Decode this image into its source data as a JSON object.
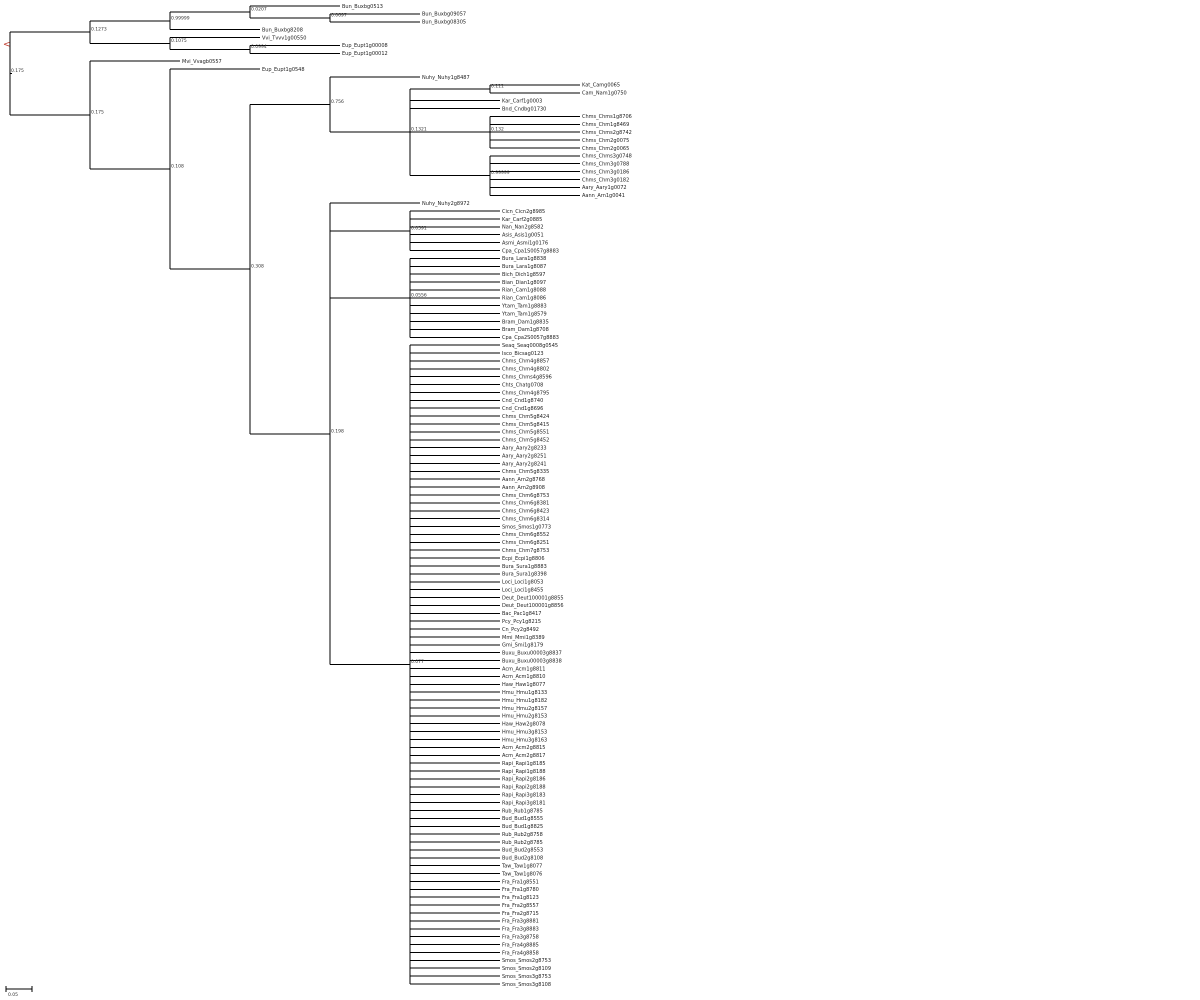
{
  "root_marker": "<",
  "scale_bar": {
    "label": "0.05"
  },
  "colors": {
    "branch": "#000000",
    "root_marker": "#c0392b"
  },
  "tree": {
    "support": "0.175",
    "children": [
      {
        "support": "0.1273",
        "children": [
          {
            "support": "0.99999",
            "children": [
              {
                "support": "0.0207",
                "children": [
                  {
                    "name": "Bun_Buxbg0513"
                  },
                  {
                    "support": "0.0697",
                    "children": [
                      {
                        "name": "Bun_Buxbg09057"
                      },
                      {
                        "name": "Bun_Buxbg08305"
                      }
                    ]
                  }
                ]
              },
              {
                "name": "Bun_Buxbg8208"
              }
            ]
          },
          {
            "support": "0.1075",
            "children": [
              {
                "name": "Vvi_Tvvv1g00550"
              },
              {
                "support": "0.0994",
                "children": [
                  {
                    "name": "Eup_Eupt1g00008"
                  },
                  {
                    "name": "Eup_Eupt1g00012"
                  }
                ]
              }
            ]
          }
        ]
      },
      {
        "support": "0.175",
        "children": [
          {
            "name": "Mvi_Vvagb0557"
          },
          {
            "support": "0.108",
            "children": [
              {
                "name": "Eup_Eupt1g0548"
              },
              {
                "support": "0.308",
                "children": [
                  {
                    "support": "0.756",
                    "children": [
                      {
                        "name": "Nuhy_Nuhy1g8487"
                      },
                      {
                        "support": "0.1321",
                        "children": [
                          {
                            "support": "0.111",
                            "children": [
                              {
                                "name": "Kat_Camg0065"
                              },
                              {
                                "name": "Cam_Nam1g0750"
                              }
                            ]
                          },
                          {
                            "name": "Kar_Carf1g0003"
                          },
                          {
                            "name": "Bnd_Cndbg01730"
                          },
                          {
                            "support": "0.132",
                            "children": [
                              {
                                "name": "Chms_Chms1g8706"
                              },
                              {
                                "name": "Chms_Chm1g8469"
                              },
                              {
                                "name": "Chms_Chms2g8742"
                              },
                              {
                                "name": "Chms_Chm2g0075"
                              },
                              {
                                "name": "Chms_Chm2g0065"
                              }
                            ]
                          },
                          {
                            "support": "0.99999",
                            "children": [
                              {
                                "name": "Chms_Chms3g0748"
                              },
                              {
                                "name": "Chms_Chm3g0788"
                              },
                              {
                                "name": "Chms_Chm3g0186"
                              },
                              {
                                "name": "Chms_Chm3g0182"
                              },
                              {
                                "name": "Aary_Aary1g0072"
                              },
                              {
                                "name": "Aann_Arn1g0041"
                              }
                            ]
                          }
                        ]
                      }
                    ]
                  },
                  {
                    "support": "0.198",
                    "children": [
                      {
                        "name": "Nuhy_Nuhy2g8972"
                      },
                      {
                        "support": "0.0591",
                        "children": [
                          {
                            "name": "Cicn_Cicn2g8985"
                          },
                          {
                            "name": "Kar_Carf2g0885"
                          },
                          {
                            "name": "Nan_Nan2g8582"
                          },
                          {
                            "name": "Asis_Asis1g0051"
                          },
                          {
                            "name": "Asmi_Asmi1g0176"
                          },
                          {
                            "name": "Cpa_Cpa1S0057g8883"
                          }
                        ]
                      },
                      {
                        "support": "0.0556",
                        "children": [
                          {
                            "name": "Bura_Lara1g8838"
                          },
                          {
                            "name": "Bura_Lara1g8087"
                          },
                          {
                            "name": "Bich_Dich1g8597"
                          },
                          {
                            "name": "Bian_Dian1g8097"
                          },
                          {
                            "name": "Rian_Cam1g8088"
                          },
                          {
                            "name": "Rian_Cam1g8086"
                          },
                          {
                            "name": "Ytam_Tam1g8883"
                          },
                          {
                            "name": "Ytam_Tam1g8579"
                          },
                          {
                            "name": "Bram_Dam1g8835"
                          },
                          {
                            "name": "Bram_Dam1g8708"
                          },
                          {
                            "name": "Cpa_Cpa2S0057g8883"
                          }
                        ]
                      },
                      {
                        "support": "0.077",
                        "children": [
                          {
                            "name": "Seaq_Seaq0008g0545"
                          },
                          {
                            "name": "Isco_Bicsag0123"
                          },
                          {
                            "name": "Chms_Chm4g8857"
                          },
                          {
                            "name": "Chms_Chm4g8802"
                          },
                          {
                            "name": "Chms_Chms4g8596"
                          },
                          {
                            "name": "Chts_Chatg0708"
                          },
                          {
                            "name": "Chms_Chm4g8795"
                          },
                          {
                            "name": "Cnd_Cnd1g8740"
                          },
                          {
                            "name": "Cnd_Cnd1g8696"
                          },
                          {
                            "name": "Chms_Chm5g8424"
                          },
                          {
                            "name": "Chms_Chm5g8415"
                          },
                          {
                            "name": "Chms_Chm5g8551"
                          },
                          {
                            "name": "Chms_Chm5g8452"
                          },
                          {
                            "name": "Aary_Aary2g8233"
                          },
                          {
                            "name": "Aary_Aary2g8251"
                          },
                          {
                            "name": "Aary_Aary2g8241"
                          },
                          {
                            "name": "Chms_Chm5g8335"
                          },
                          {
                            "name": "Aann_Arn2g8768"
                          },
                          {
                            "name": "Aann_Arn2g8908"
                          },
                          {
                            "name": "Chms_Chm6g8753"
                          },
                          {
                            "name": "Chms_Chm6g8381"
                          },
                          {
                            "name": "Chms_Chm6g8423"
                          },
                          {
                            "name": "Chms_Chm6g8314"
                          },
                          {
                            "name": "Smos_Smos1g0773"
                          },
                          {
                            "name": "Chms_Chm6g8552"
                          },
                          {
                            "name": "Chms_Chm6g8251"
                          },
                          {
                            "name": "Chms_Chm7g8753"
                          },
                          {
                            "name": "Ecpi_Ecpi1g8806"
                          },
                          {
                            "name": "Bura_Sura1g8883"
                          },
                          {
                            "name": "Bura_Sura1g8398"
                          },
                          {
                            "name": "Loci_Loci1g8053"
                          },
                          {
                            "name": "Loci_Loci1g8455"
                          },
                          {
                            "name": "Deut_Deut100001g8855"
                          },
                          {
                            "name": "Deut_Deut100001g8856"
                          },
                          {
                            "name": "Bac_Pac1g8417"
                          },
                          {
                            "name": "Pcy_Pcy1g8215"
                          },
                          {
                            "name": "Cn_Pcy2g8492"
                          },
                          {
                            "name": "Mmi_Mmi1g8389"
                          },
                          {
                            "name": "Gmi_Smi1g8179"
                          },
                          {
                            "name": "Buxu_Buxu00003g8837"
                          },
                          {
                            "name": "Buxu_Buxu00003g8838"
                          },
                          {
                            "name": "Acm_Acm1g8811"
                          },
                          {
                            "name": "Acm_Acm1g8810"
                          },
                          {
                            "name": "Haw_Haw1g8077"
                          },
                          {
                            "name": "Hmu_Hmu1g8133"
                          },
                          {
                            "name": "Hmu_Hmu1g8182"
                          },
                          {
                            "name": "Hmu_Hmu2g8157"
                          },
                          {
                            "name": "Hmu_Hmu2g8153"
                          },
                          {
                            "name": "Haw_Haw2g8078"
                          },
                          {
                            "name": "Hmu_Hmu3g8153"
                          },
                          {
                            "name": "Hmu_Hmu3g8163"
                          },
                          {
                            "name": "Acm_Acm2g8815"
                          },
                          {
                            "name": "Acm_Acm2g8817"
                          },
                          {
                            "name": "Rapi_Rapi1g8185"
                          },
                          {
                            "name": "Rapi_Rapi1g8188"
                          },
                          {
                            "name": "Rapi_Rapi2g8186"
                          },
                          {
                            "name": "Rapi_Rapi2g8188"
                          },
                          {
                            "name": "Rapi_Rapi3g8183"
                          },
                          {
                            "name": "Rapi_Rapi3g8181"
                          },
                          {
                            "name": "Rub_Rub1g8785"
                          },
                          {
                            "name": "Bud_Bud1g8555"
                          },
                          {
                            "name": "Bud_Bud1g8825"
                          },
                          {
                            "name": "Rub_Rub2g8758"
                          },
                          {
                            "name": "Rub_Rub2g8785"
                          },
                          {
                            "name": "Bud_Bud2g8553"
                          },
                          {
                            "name": "Bud_Bud2g8108"
                          },
                          {
                            "name": "Taw_Taw1g8077"
                          },
                          {
                            "name": "Taw_Taw1g8076"
                          },
                          {
                            "name": "Fra_Fra1g8551"
                          },
                          {
                            "name": "Fra_Fra1g8780"
                          },
                          {
                            "name": "Fra_Fra1g8123"
                          },
                          {
                            "name": "Fra_Fra2g8557"
                          },
                          {
                            "name": "Fra_Fra2g8715"
                          },
                          {
                            "name": "Fra_Fra3g8881"
                          },
                          {
                            "name": "Fra_Fra3g8883"
                          },
                          {
                            "name": "Fra_Fra3g8758"
                          },
                          {
                            "name": "Fra_Fra4g8885"
                          },
                          {
                            "name": "Fra_Fra4g8858"
                          },
                          {
                            "name": "Smos_Smos2g8753"
                          },
                          {
                            "name": "Smos_Smos2g8109"
                          },
                          {
                            "name": "Smos_Smos3g8753"
                          },
                          {
                            "name": "Smos_Smos3g8108"
                          }
                        ]
                      }
                    ]
                  }
                ]
              }
            ]
          }
        ]
      }
    ]
  }
}
